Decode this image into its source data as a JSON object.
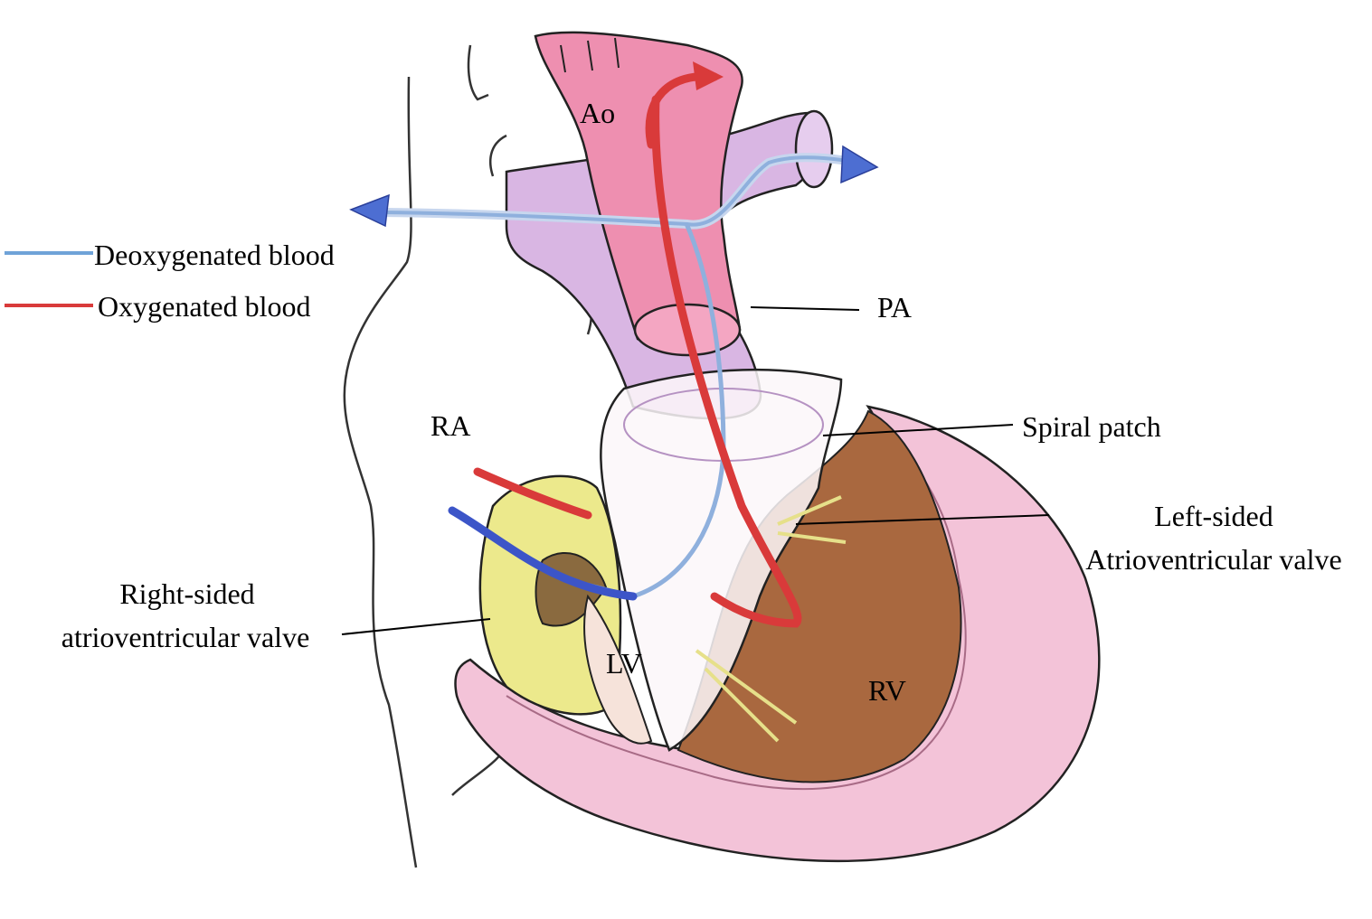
{
  "legend": {
    "deoxygenated": {
      "label": "Deoxygenated blood",
      "color": "#6fa3d8"
    },
    "oxygenated": {
      "label": "Oxygenated blood",
      "color": "#d93a3a"
    }
  },
  "labels": {
    "ao": "Ao",
    "pa": "PA",
    "ra": "RA",
    "lv": "LV",
    "rv": "RV",
    "spiral_patch": "Spiral patch",
    "left_av_line1": "Left-sided",
    "left_av_line2": "Atrioventricular valve",
    "right_av_line1": "Right-sided",
    "right_av_line2": "atrioventricular valve"
  },
  "colors": {
    "aorta": "#ee8fb0",
    "pulmonary_artery": "#d9b6e3",
    "myocardium": "#f3c3d8",
    "rv_cavity": "#a9683f",
    "valve_yellow": "#ece98c",
    "outline": "#222222"
  }
}
